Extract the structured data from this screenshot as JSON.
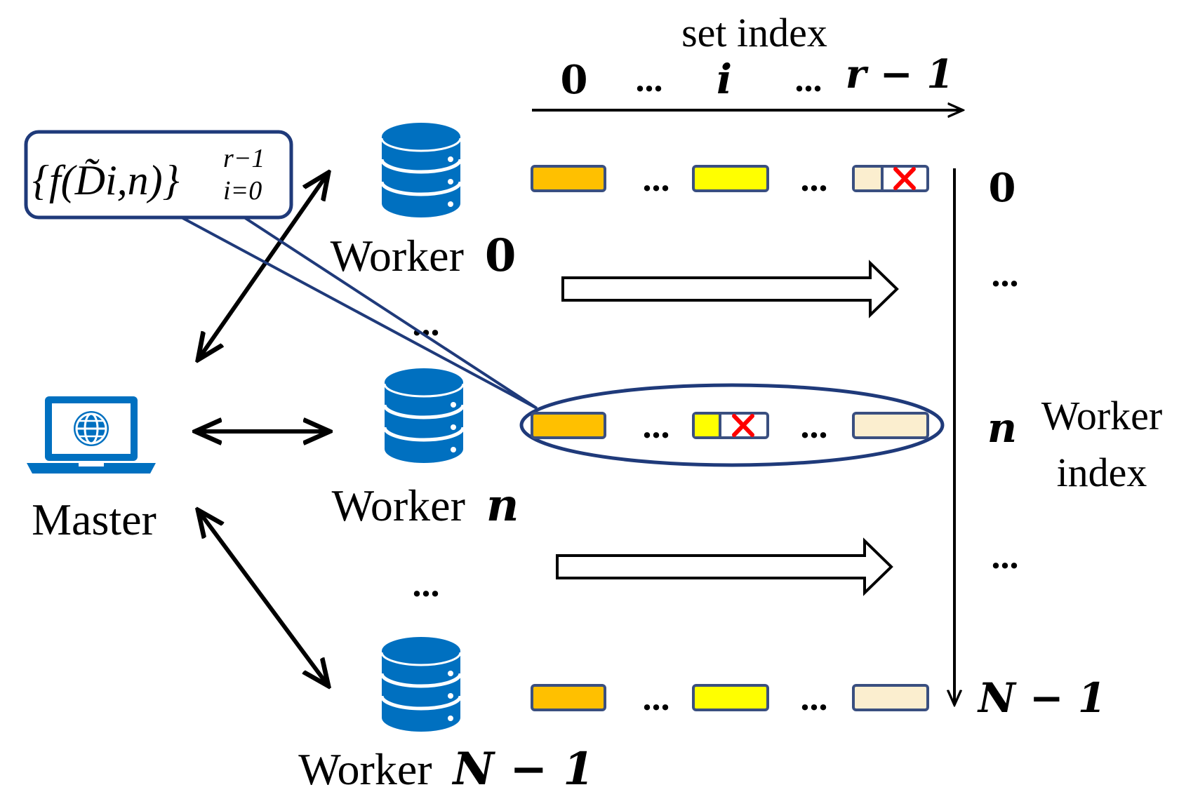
{
  "set_axis": {
    "title": "set index",
    "ticks": {
      "first": "0",
      "dots_a": "...",
      "middle": "i",
      "dots_b": "...",
      "last": "r − 1"
    }
  },
  "worker_axis": {
    "title_line1": "Worker",
    "title_line2": "index",
    "ticks": {
      "first": "0",
      "dots_a": "...",
      "middle": "n",
      "dots_b": "...",
      "last": "N − 1"
    }
  },
  "master": {
    "label": "Master",
    "icon": "laptop-globe-icon"
  },
  "workers": [
    {
      "label_prefix": "Worker",
      "label_index": "0",
      "icon": "database-icon"
    },
    {
      "label_prefix": "Worker",
      "label_index": "n",
      "icon": "database-icon"
    },
    {
      "label_prefix": "Worker",
      "label_index": "N − 1",
      "icon": "database-icon"
    }
  ],
  "between_workers_dots": "...",
  "callout": {
    "text": "{f(D̃i,n)}",
    "sub": "i=0",
    "sup": "r−1"
  },
  "block_dots": "...",
  "colors": {
    "database": "#0070c0",
    "block_dark_orange": "#ffc000",
    "block_yellow": "#ffff00",
    "block_light": "#fbeecf",
    "block_border": "#3a4f80",
    "x_mark": "#ff0000",
    "callout_border": "#1f3a7a",
    "ellipse": "#1f3a7a"
  }
}
